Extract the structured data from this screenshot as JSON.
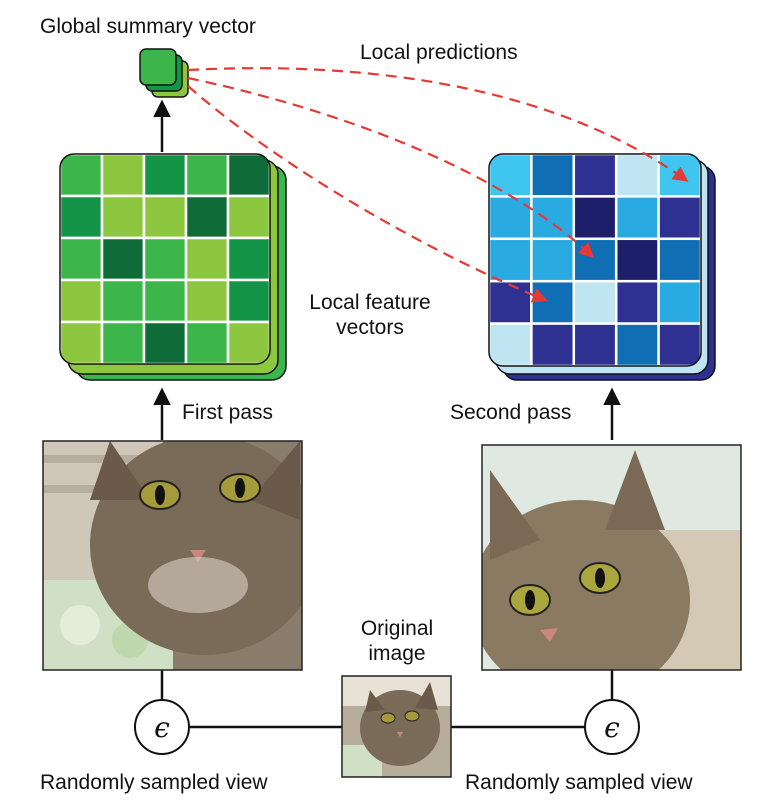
{
  "labels": {
    "global_summary_vector": "Global summary vector",
    "local_predictions": "Local predictions",
    "local_feature_vectors_line1": "Local feature",
    "local_feature_vectors_line2": "vectors",
    "first_pass": "First pass",
    "second_pass": "Second pass",
    "original_image_line1": "Original",
    "original_image_line2": "image",
    "randomly_sampled_view_left": "Randomly sampled view",
    "randomly_sampled_view_right": "Randomly sampled view",
    "epsilon_left": "ϵ",
    "epsilon_right": "ϵ"
  },
  "colors": {
    "arrow_dashed": "#e53935",
    "arrow_solid": "#111111",
    "green_grid": [
      [
        "#3cb54a",
        "#8dc63f",
        "#139447",
        "#3cb54a",
        "#0f6b38"
      ],
      [
        "#139447",
        "#8dc63f",
        "#8dc63f",
        "#0f6b38",
        "#8dc63f"
      ],
      [
        "#3cb54a",
        "#0f6b38",
        "#3cb54a",
        "#8dc63f",
        "#139447"
      ],
      [
        "#8dc63f",
        "#3cb54a",
        "#3cb54a",
        "#8dc63f",
        "#139447"
      ],
      [
        "#8dc63f",
        "#3cb54a",
        "#0f6b38",
        "#3cb54a",
        "#8dc63f"
      ]
    ],
    "blue_grid": [
      [
        "#3ec6f0",
        "#0f6eb4",
        "#2e3192",
        "#bfe4f2",
        "#3ec6f0"
      ],
      [
        "#29abe2",
        "#29abe2",
        "#1e1f6a",
        "#29abe2",
        "#2e3192"
      ],
      [
        "#29abe2",
        "#29abe2",
        "#0f6eb4",
        "#1e1f6a",
        "#0f6eb4"
      ],
      [
        "#2e3192",
        "#0f6eb4",
        "#bfe4f2",
        "#2e3192",
        "#29abe2"
      ],
      [
        "#bfe4f2",
        "#2e3192",
        "#2e3192",
        "#0f6eb4",
        "#2e3192"
      ]
    ]
  }
}
